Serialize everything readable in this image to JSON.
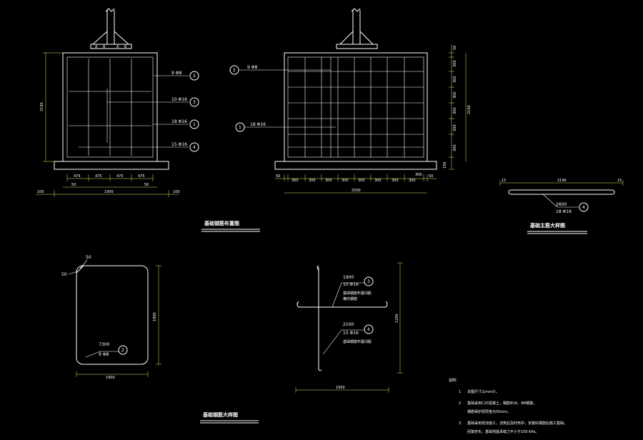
{
  "colors": {
    "background": "#000000",
    "line": "#ffffff",
    "dim": "#e8e86a"
  },
  "view_front": {
    "height_label": "2100",
    "rebar_labels": [
      "9 Φ8",
      "10 Φ16",
      "18 Φ16",
      "15 Φ16"
    ],
    "callouts": [
      "2",
      "3",
      "1",
      "4"
    ],
    "bottom_spacings": [
      "475",
      "475",
      "475",
      "475"
    ],
    "cover_left": "50",
    "cover_right": "50",
    "overall_width": "1900",
    "base_left": "100",
    "base_right": "100",
    "anchor_marks": [
      "A",
      "B",
      "A",
      "B"
    ]
  },
  "view_side": {
    "rebar_left_top": "9 Φ8",
    "rebar_left_mid": "18 Φ16",
    "callouts": [
      "2",
      "1"
    ],
    "right_dims": [
      "50",
      "300",
      "300",
      "300",
      "300",
      "300",
      "300",
      "100"
    ],
    "right_total": "2100",
    "bottom_spacings": [
      "300",
      "300",
      "300",
      "300",
      "300",
      "300",
      "300",
      "300",
      "300"
    ],
    "bottom_edges": [
      "50",
      "50"
    ],
    "overall_width": "2500",
    "base_right_note": "100"
  },
  "detail_4": {
    "top_dim": "2190",
    "end_left": "15",
    "end_right": "15",
    "length": "2600",
    "bar": "18 Φ16",
    "callout": "4",
    "title": "基础主筋大样图"
  },
  "title_front": "基础钢筋布置图",
  "stirrup": {
    "corner_a": "50",
    "corner_b": "50",
    "height": "1900",
    "length": "7300",
    "bar": "9 Φ8",
    "callout": "2",
    "width": "1900"
  },
  "bars_detail": {
    "bar3_len": "1900",
    "bar3_spec": "10 Φ16",
    "bar3_note1": "基础钢筋布置间距",
    "bar3_note2": "横向钢筋",
    "callout3": "3",
    "bar4_len": "2100",
    "bar4_spec": "15 Φ16",
    "bar4_note": "基础钢筋布置间距",
    "callout4": "4",
    "height": "1200",
    "width": "1900"
  },
  "title_bottom": "基础钢筋大样图",
  "notes": {
    "heading": "说明：",
    "items": [
      {
        "num": "1",
        "text": "本图尺寸以mm计。"
      },
      {
        "num": "2",
        "text": "基础采用C20混凝土，钢筋Φ16、Φ8钢筋，"
      },
      {
        "num": "",
        "text": "钢筋保护层厚度为50mm。"
      },
      {
        "num": "3",
        "text": "基础采用现浇施工，浇筑后及时养护，安装好钢筋后施工基础，"
      },
      {
        "num": "",
        "text": "回填夯实，基础地基承载力不小于100 KPa。"
      }
    ]
  }
}
